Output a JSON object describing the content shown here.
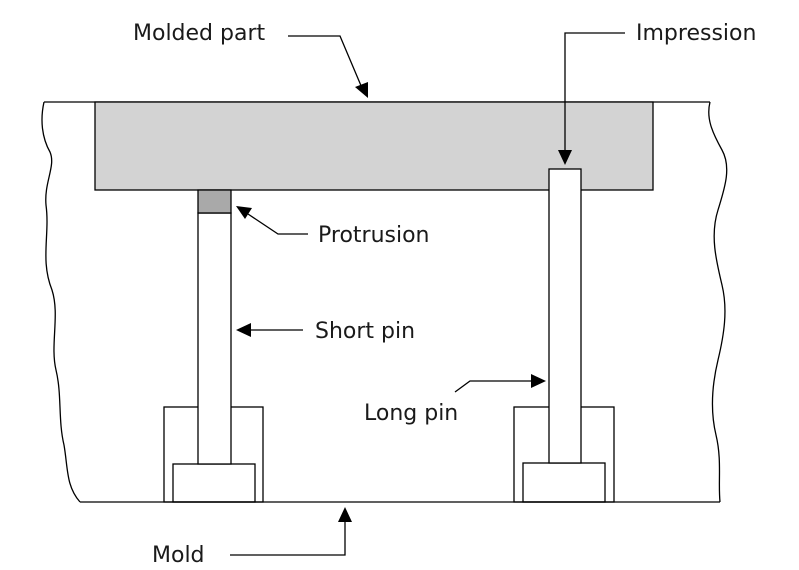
{
  "labels": {
    "molded_part": "Molded part",
    "impression": "Impression",
    "protrusion": "Protrusion",
    "short_pin": "Short pin",
    "long_pin": "Long pin",
    "mold": "Mold"
  },
  "colors": {
    "molded_part_fill": "#d3d3d3",
    "protrusion_fill": "#a9a9a9",
    "line": "#000000",
    "background": "#ffffff"
  }
}
